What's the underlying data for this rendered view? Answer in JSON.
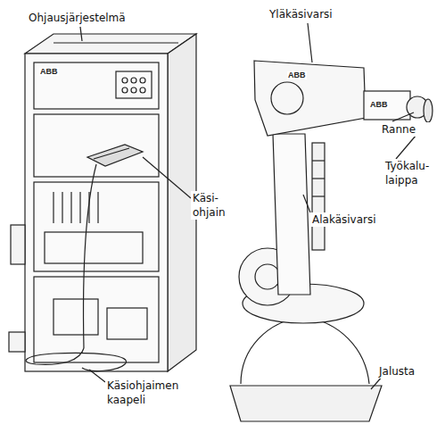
{
  "diagram": {
    "labels": [
      "Ohjausjärjestelmä",
      "Yläkäsivarsi",
      "Ranne",
      "Työkalu- laippa",
      "Käsi- ohjain",
      "Alakäsivarsi",
      "Jalusta",
      "Käsiohjaimen kaapeli",
      "ABB",
      "ABB",
      "ABB"
    ]
  }
}
